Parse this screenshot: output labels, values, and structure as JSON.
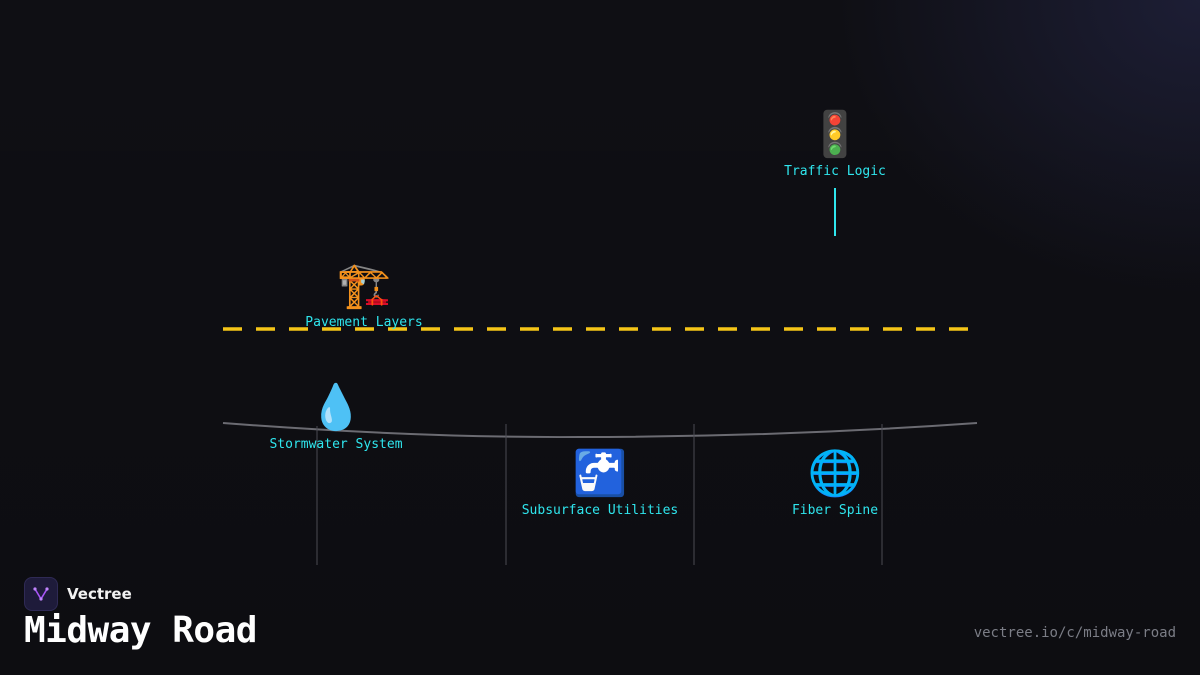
{
  "brand": {
    "name": "Vectree"
  },
  "title": "Midway Road",
  "url": "vectree.io/c/midway-road",
  "nodes": {
    "traffic": {
      "label": "Traffic Logic",
      "icon": "traffic-light-icon",
      "glyph": "🚦"
    },
    "pavement": {
      "label": "Pavement Layers",
      "icon": "construction-crane-icon",
      "glyph": "🏗️"
    },
    "stormwater": {
      "label": "Stormwater System",
      "icon": "water-droplet-icon",
      "glyph": "💧"
    },
    "subsurface": {
      "label": "Subsurface Utilities",
      "icon": "water-tap-icon",
      "glyph": "🚰"
    },
    "fiber": {
      "label": "Fiber Spine",
      "icon": "globe-icon",
      "glyph": "🌐"
    }
  },
  "colors": {
    "accent": "#2fe6ee",
    "road_dash": "#f5c518",
    "connector": "#6b6b72",
    "background": "#0f0f14"
  }
}
